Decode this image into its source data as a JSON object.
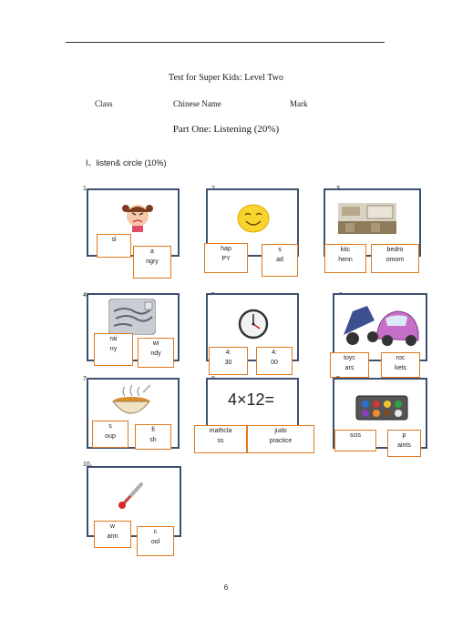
{
  "header": {
    "title": "Test for Super Kids: Level Two",
    "class_label": "Class",
    "name_label": "Chinese Name",
    "mark_label": "Mark"
  },
  "part": "Part One: Listening (20%)",
  "section": "I、listen& circle (10%)",
  "items": [
    {
      "num": "1、",
      "opt1": "sl",
      "opt2": "a\nngry",
      "picture": "angry-girl"
    },
    {
      "num": "2、",
      "opt1": "hap\nPY",
      "opt2": "s\nad",
      "picture": "smiley-face"
    },
    {
      "num": "3、",
      "opt1": "kitc\nhenn",
      "opt2": "bedro\nomom",
      "picture": "kitchen"
    },
    {
      "num": "4、",
      "opt1": "rai\nny",
      "opt2": "wi\nndy",
      "picture": "windy"
    },
    {
      "num": "5、",
      "opt1": "4:\n30",
      "opt2": "4:\n00",
      "picture": "clock"
    },
    {
      "num": "6、",
      "opt1": "toyc\nars",
      "opt2": "roc\nkets",
      "picture": "toy-car"
    },
    {
      "num": "7、",
      "opt1": "s\noup",
      "opt2": "fi\nsh",
      "picture": "soup-bowl"
    },
    {
      "num": "8、",
      "opt1": "mathcla\nss",
      "opt2": "judo\npractice",
      "picture": "math-equation"
    },
    {
      "num": "9、",
      "opt1": "scis",
      "opt2": "p\naints",
      "picture": "paint-box"
    },
    {
      "num": "10、",
      "opt1": "w\narm",
      "opt2": "c\nool",
      "picture": "thermometer"
    }
  ],
  "equation_text": "4×12=",
  "page_number": "6"
}
